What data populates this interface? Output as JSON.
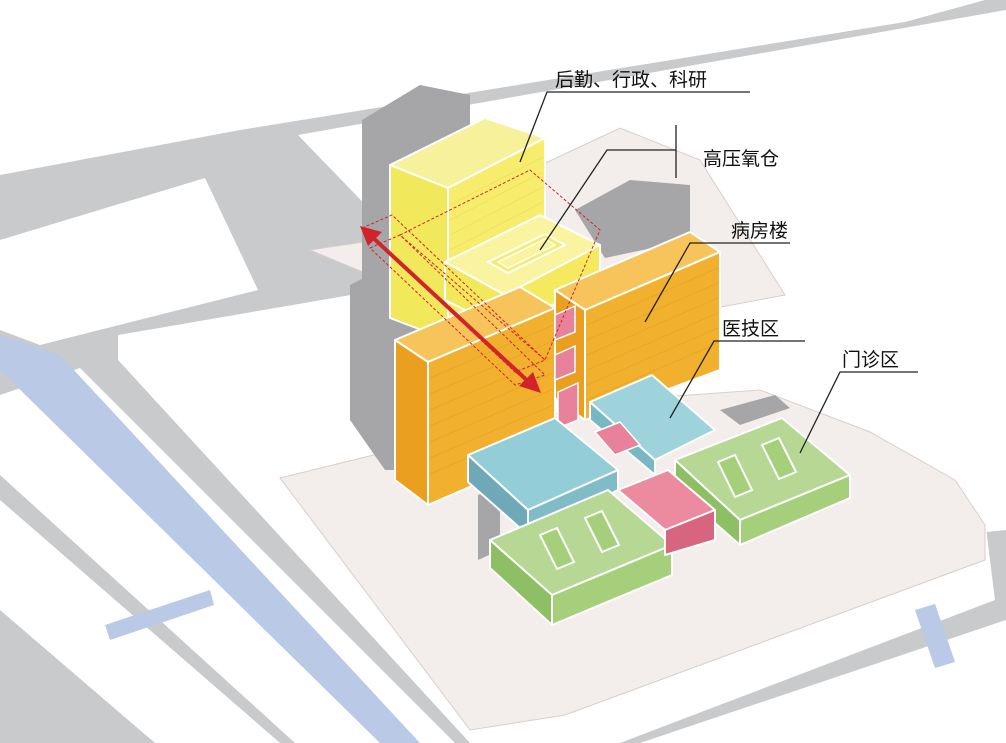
{
  "labels": {
    "logistics": "后勤、行政、科研",
    "oxygen": "高压氧仓",
    "ward": "病房楼",
    "medtech": "医技区",
    "outpatient": "门诊区"
  },
  "colors": {
    "road": "#c9cacc",
    "block": "#ffffff",
    "site": "#f4efed",
    "water": "#b9c9e6",
    "yellow": "#f7ec6b",
    "orange": "#f1b12f",
    "cyan": "#93cdd7",
    "green": "#a6cf7c",
    "pink": "#e8829a",
    "arrow": "#d2232a"
  }
}
